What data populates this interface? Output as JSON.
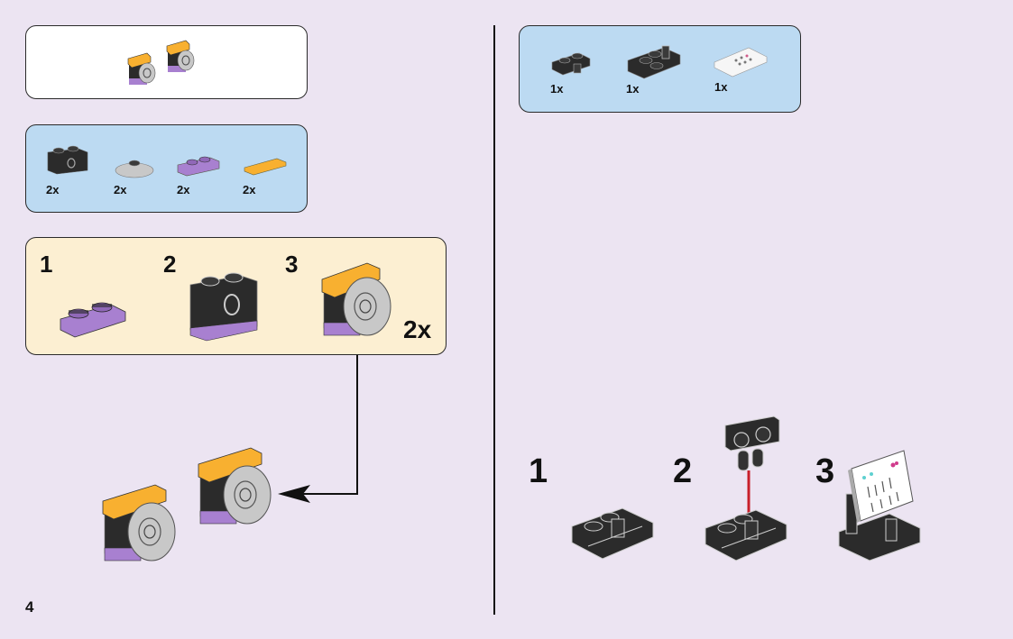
{
  "page": {
    "number": "4",
    "colors": {
      "background": "#ece4f2",
      "callout_blue": "#bcdaf2",
      "callout_cream": "#fcefd2",
      "brick_black": "#2b2b2b",
      "brick_purple": "#a880d0",
      "tile_orange": "#f8b030",
      "disc_gray": "#c8c8c8",
      "arrow_red": "#c8202a"
    }
  },
  "left": {
    "result_preview": {
      "description": "2 finished camera sub-assemblies"
    },
    "parts_list": {
      "items": [
        {
          "part": "black 1x2 brick with hole",
          "qty": "2x"
        },
        {
          "part": "light gray round dish 2x2",
          "qty": "2x"
        },
        {
          "part": "purple 1x2 plate",
          "qty": "2x"
        },
        {
          "part": "orange 1x2 tile",
          "qty": "2x"
        }
      ]
    },
    "sub_build": {
      "steps": [
        {
          "number": "1",
          "description": "purple 1x2 plate"
        },
        {
          "number": "2",
          "description": "black brick on purple plate"
        },
        {
          "number": "3",
          "description": "add orange tile and gray dish"
        }
      ],
      "multiplier": "2x"
    }
  },
  "right": {
    "parts_list": {
      "items": [
        {
          "part": "black 1x2 plate with clips",
          "qty": "1x"
        },
        {
          "part": "black 2x2 hinge plate",
          "qty": "1x"
        },
        {
          "part": "white printed sheet music tile",
          "qty": "1x"
        }
      ]
    },
    "steps": [
      {
        "number": "1",
        "description": "black 2x2 base plate"
      },
      {
        "number": "2",
        "description": "attach clip plate"
      },
      {
        "number": "3",
        "description": "attach sheet music tile"
      }
    ]
  }
}
